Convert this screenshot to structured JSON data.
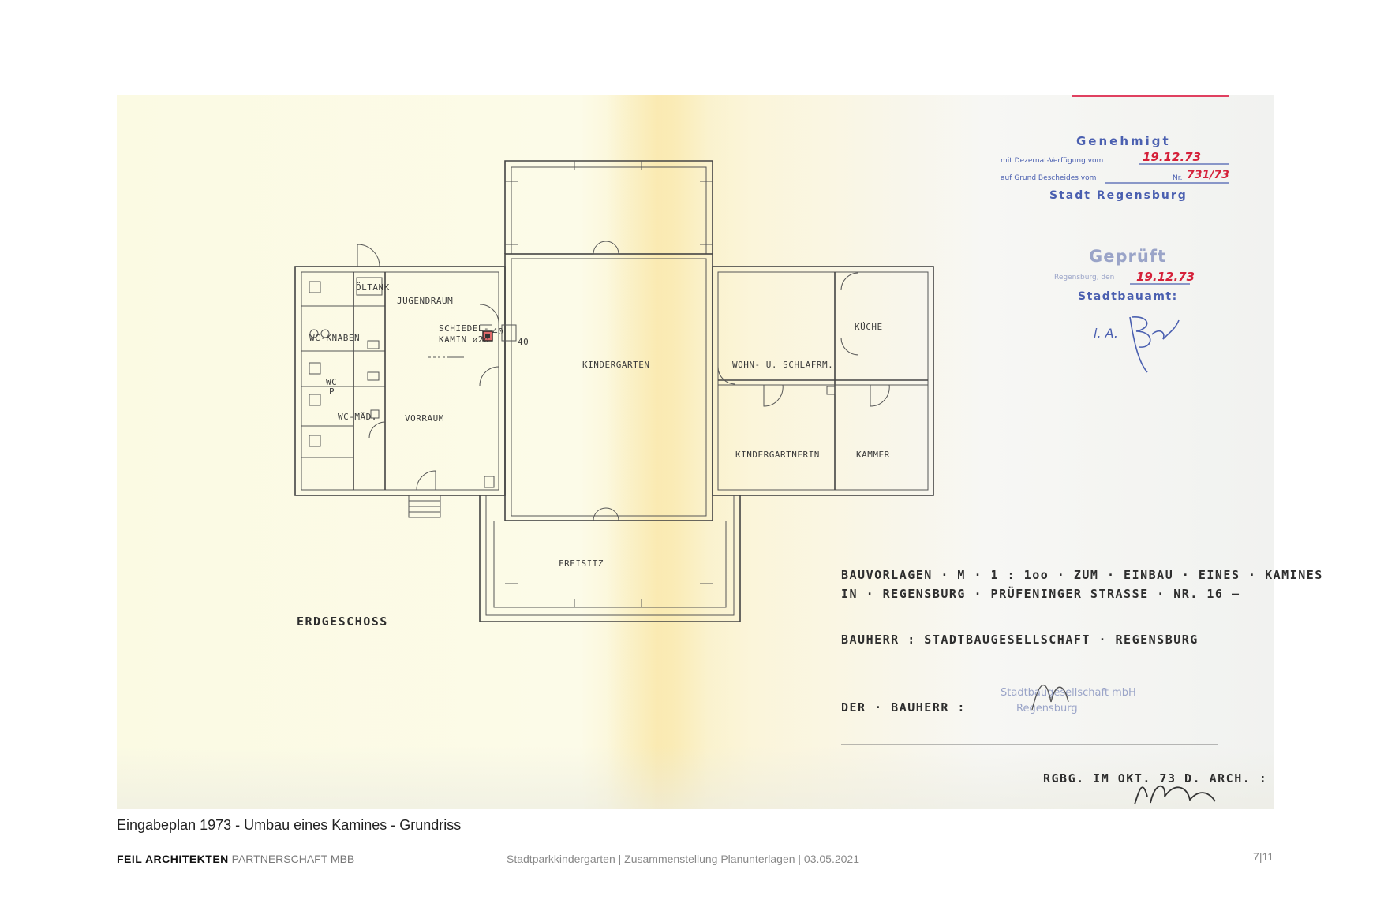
{
  "plan": {
    "rooms": {
      "oeltank": "ÖLTANK",
      "jugendraum": "JUGENDRAUM",
      "wc_knaben": "WC-KNABEN",
      "schiedel_1": "SCHIEDEL-",
      "schiedel_2": "KAMIN ø2o",
      "dim_40a": "40",
      "dim_40b": "40",
      "wc_p_1": "WC",
      "wc_p_2": "P",
      "wc_maed": "WC-MÄD.",
      "vorraum": "VORRAUM",
      "kindergarten": "KINDERGARTEN",
      "wohn_schlafrm": "WOHN- U. SCHLAFRM.",
      "kueche": "KÜCHE",
      "kindergartnerin": "KINDERGARTNERIN",
      "kammer": "KAMMER",
      "freisitz": "FREISITZ"
    },
    "floor_label": "ERDGESCHOSS",
    "title_line1": "BAUVORLAGEN · M · 1 : 1oo · ZUM · EINBAU · EINES · KAMINES",
    "title_line2": "IN · REGENSBURG · PRÜFENINGER STRASSE · NR. 16 —",
    "bauherr_line": "BAUHERR : STADTBAUGESELLSCHAFT · REGENSBURG",
    "der_bauherr": "DER · BAUHERR :",
    "arch_line": "RGBG. IM OKT. 73  D. ARCH. :"
  },
  "stamps": {
    "genehmigt": "Genehmigt",
    "dezernat": "mit Dezernat-Verfügung vom",
    "dezernat_date": "19.12.73",
    "bescheid": "auf Grund Bescheides vom",
    "nr_label": "Nr.",
    "nr_value": "731/73",
    "stadt": "Stadt Regensburg",
    "geprueft": "Geprüft",
    "regensburg_den": "Regensburg, den",
    "geprueft_date": "19.12.73",
    "stadtbauamt": "Stadtbauamt:",
    "ia": "i. A.",
    "stamp_company_1": "Stadtbaugesellschaft mbH",
    "stamp_company_2": "Regensburg"
  },
  "caption": "Eingabeplan 1973 - Umbau eines Kamines - Grundriss",
  "footer": {
    "firm": "FEIL  ARCHITEKTEN",
    "firm_suffix": "PARTNERSCHAFT MBB",
    "project": "Stadtparkkindergarten | Zusammenstellung Planunterlagen | 03.05.2021",
    "page": "7|11"
  },
  "colors": {
    "stamp_blue": "#4a5fb0",
    "stamp_red": "#d5213a",
    "plan_ink": "#3c3c3c"
  }
}
